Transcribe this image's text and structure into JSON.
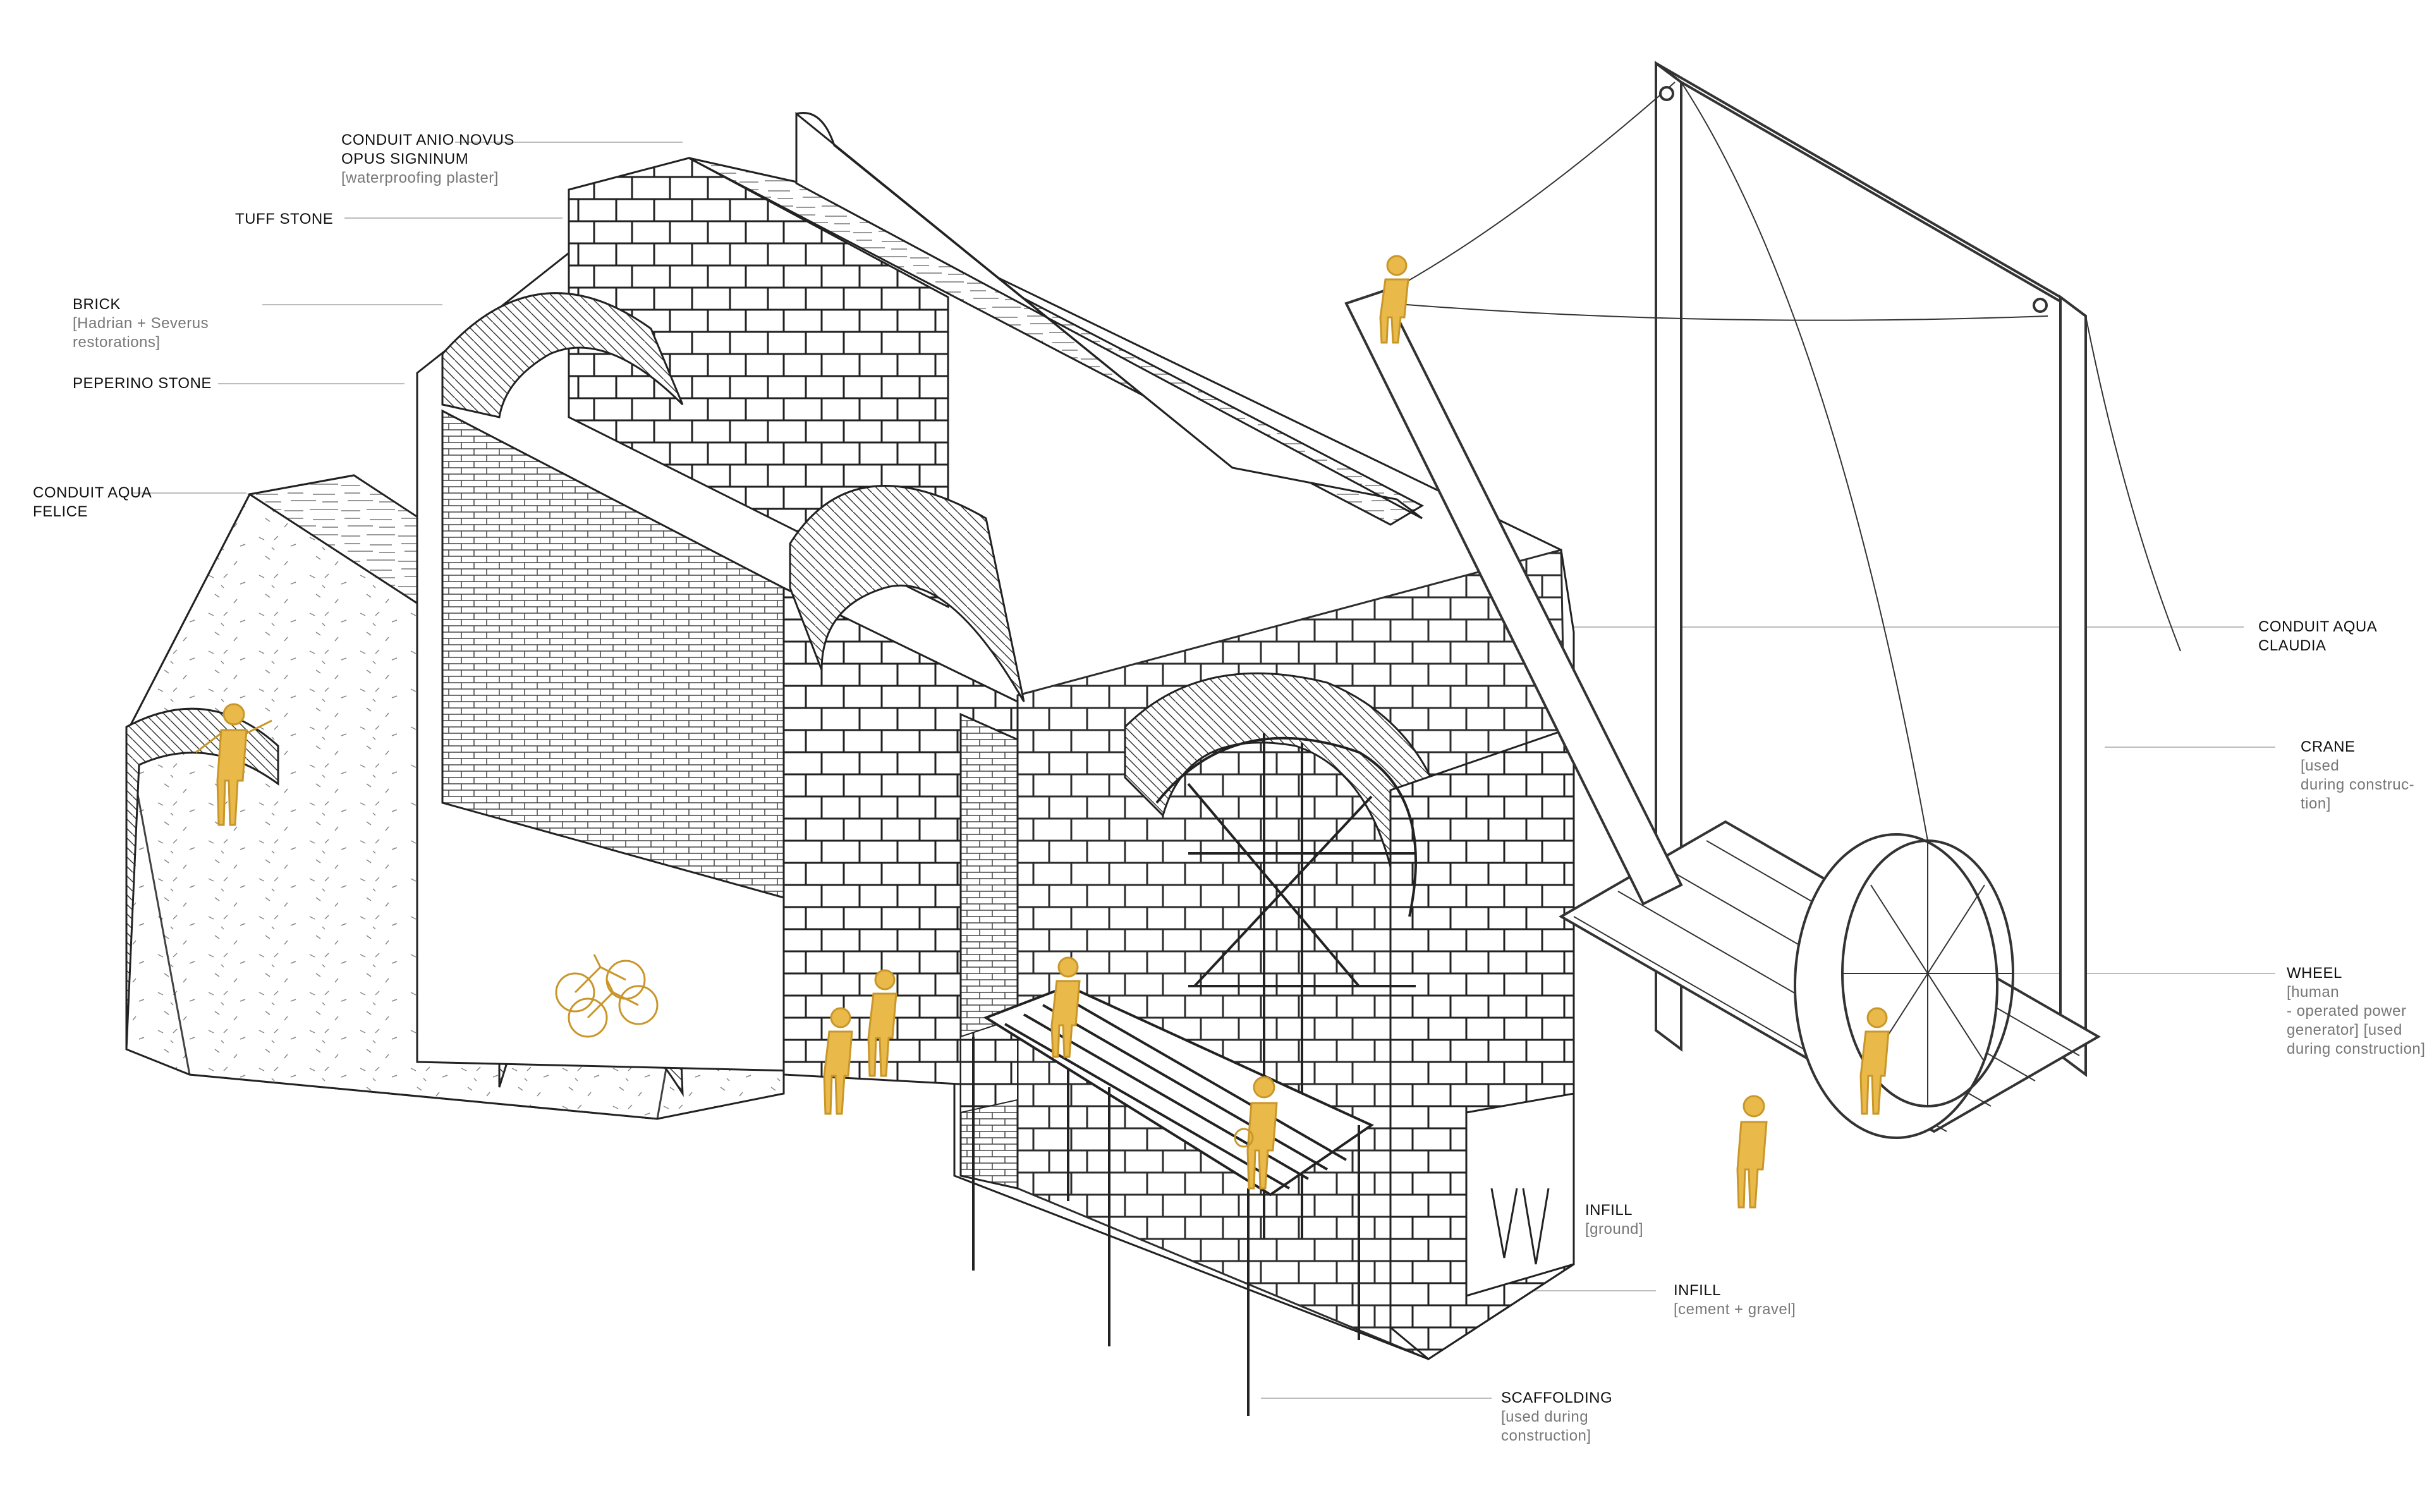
{
  "diagram": {
    "labels": {
      "anio_novus": {
        "title_1": "CONDUIT ANIO NOVUS",
        "title_2": "OPUS SIGNINUM",
        "sub": "[waterproofing plaster]"
      },
      "tuff_stone": {
        "title": "TUFF STONE"
      },
      "brick": {
        "title": "BRICK",
        "sub_1": "[Hadrian + Severus",
        "sub_2": "restorations]"
      },
      "peperino": {
        "title": "PEPERINO STONE"
      },
      "aqua_felice": {
        "title_1": "CONDUIT AQUA",
        "title_2": "FELICE"
      },
      "aqua_claudia": {
        "title_1": "CONDUIT AQUA",
        "title_2": "CLAUDIA"
      },
      "crane": {
        "title": "CRANE",
        "sub_1": "[used",
        "sub_2": "during construc-",
        "sub_3": "tion]"
      },
      "wheel": {
        "title": "WHEEL",
        "sub_1": "[human",
        "sub_2": "- operated power",
        "sub_3": "generator] [used",
        "sub_4": "during construction]"
      },
      "infill_ground": {
        "title": "INFILL",
        "sub": "[ground]"
      },
      "infill_cement": {
        "title": "INFILL",
        "sub": "[cement + gravel]"
      },
      "scaffolding": {
        "title": "SCAFFOLDING",
        "sub_1": "[used during",
        "sub_2": "construction]"
      }
    },
    "colors": {
      "line": "#2a2a2a",
      "leader": "#bdbdbd",
      "figure": "#e9b94a",
      "figure_stroke": "#c9962a"
    }
  }
}
